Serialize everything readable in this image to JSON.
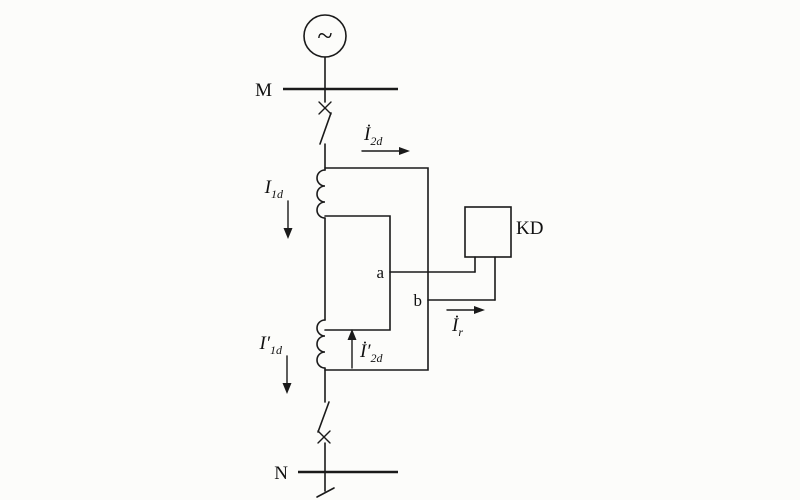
{
  "source": {
    "symbol": "~"
  },
  "busbars": {
    "top": "M",
    "bottom": "N"
  },
  "relay": {
    "label": "KD"
  },
  "nodes": {
    "a": "a",
    "b": "b"
  },
  "currents": {
    "i1d": {
      "main": "I",
      "sub": "1d"
    },
    "i2d": {
      "main": "İ",
      "sub": "2d"
    },
    "i1d_prime": {
      "main": "I′",
      "sub": "1d"
    },
    "i2d_prime": {
      "main": "İ′",
      "sub": "2d"
    },
    "ir": {
      "main": "İ",
      "sub": "r"
    }
  }
}
